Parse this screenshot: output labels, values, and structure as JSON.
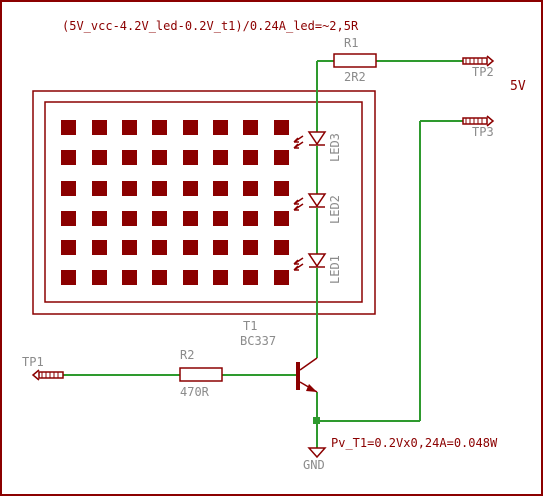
{
  "schematic": {
    "formula": "(5V_vcc-4.2V_led-0.2V_t1)/0.24A_led=~2,5R",
    "power_note": "Pv_T1=0.2Vx0,24A=0.048W",
    "supply_label": "5V",
    "gnd_label": "GND",
    "resistors": [
      {
        "ref": "R1",
        "value": "2R2"
      },
      {
        "ref": "R2",
        "value": "470R"
      }
    ],
    "transistor": {
      "ref": "T1",
      "part": "BC337"
    },
    "test_points": [
      {
        "ref": "TP1"
      },
      {
        "ref": "TP2"
      },
      {
        "ref": "TP3"
      }
    ],
    "leds": [
      {
        "ref": "LED3"
      },
      {
        "ref": "LED2"
      },
      {
        "ref": "LED1"
      }
    ],
    "colors": {
      "component": "#8b0000",
      "wire": "#2e9a2e",
      "label": "#8b8b8b",
      "border": "#8b0000"
    }
  }
}
